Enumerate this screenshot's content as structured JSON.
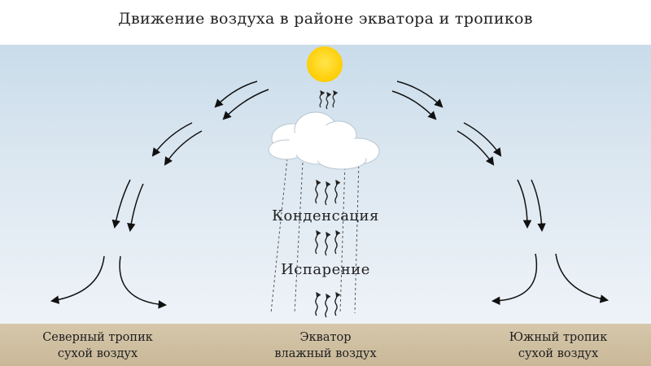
{
  "title": "Движение воздуха в районе экватора и тропиков",
  "labels": {
    "condensation": "Конденсация",
    "evaporation": "Испарение"
  },
  "zones": {
    "north": {
      "line1": "Северный тропик",
      "line2": "сухой воздух"
    },
    "equator": {
      "line1": "Экватор",
      "line2": "влажный воздух"
    },
    "south": {
      "line1": "Южный тропик",
      "line2": "сухой воздух"
    }
  },
  "colors": {
    "sun": "#ffd21e",
    "sky_top": "#c9dcea",
    "ground": "#cdbb9c"
  }
}
